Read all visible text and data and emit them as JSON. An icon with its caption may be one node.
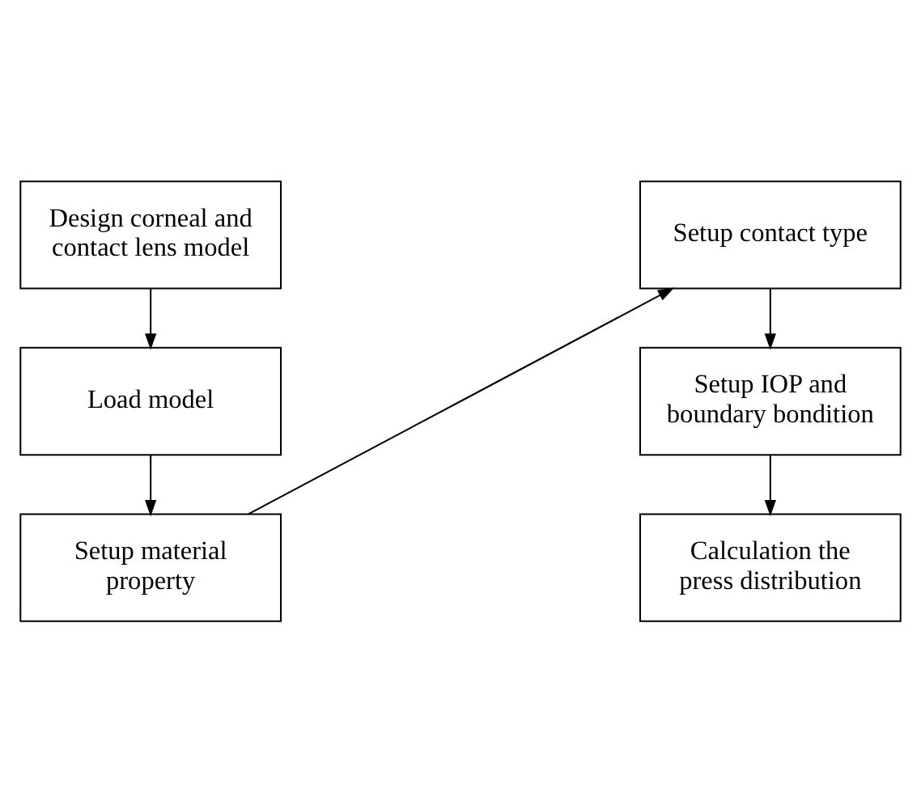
{
  "diagram": {
    "nodes": [
      {
        "text": [
          "Design corneal and contact lens model"
        ]
      },
      {
        "text": [
          "Load model"
        ]
      },
      {
        "text": [
          "Setup material property"
        ]
      },
      {
        "text": [
          "Setup contact type"
        ]
      },
      {
        "text": [
          "Setup IOP and boundary bondition"
        ]
      },
      {
        "text": [
          "Calculation the press distribution"
        ]
      }
    ],
    "edges": [
      {
        "from": 0,
        "to": 1,
        "arrow": "to"
      },
      {
        "from": 1,
        "to": 2,
        "arrow": "to"
      },
      {
        "from": 2,
        "to": 3,
        "arrow": "to"
      },
      {
        "from": 3,
        "to": 4,
        "arrow": "to"
      },
      {
        "from": 4,
        "to": 5,
        "arrow": "to"
      }
    ]
  }
}
